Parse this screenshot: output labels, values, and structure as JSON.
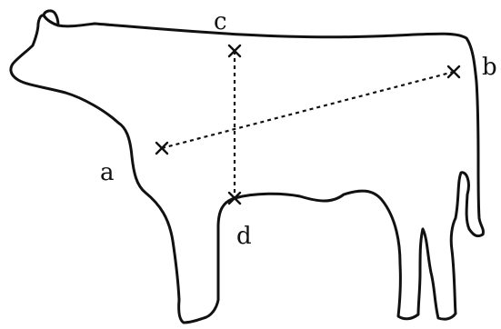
{
  "diagram": {
    "labels": {
      "a": "a",
      "b": "b",
      "c": "c",
      "d": "d"
    },
    "colors": {
      "line": "#111111",
      "background": "#ffffff"
    }
  }
}
